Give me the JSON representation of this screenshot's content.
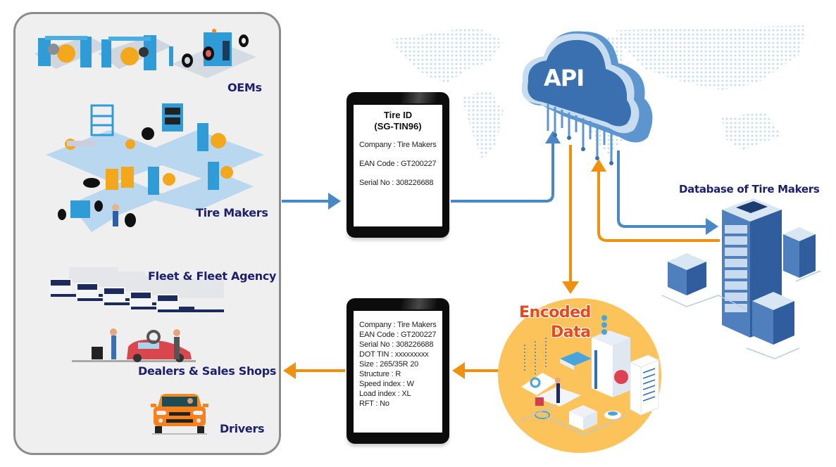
{
  "stakeholders_panel": {
    "stages": [
      {
        "label": "OEMs",
        "icon": "factory-assembly-line-icon"
      },
      {
        "label": "Tire Makers",
        "icon": "tire-factory-icon"
      },
      {
        "label": "Fleet & Fleet Agency",
        "icon": "truck-fleet-icon"
      },
      {
        "label": "Dealers & Sales Shops",
        "icon": "tire-service-shop-icon"
      },
      {
        "label": "Drivers",
        "icon": "car-driver-icon"
      }
    ]
  },
  "tire_id_tablet": {
    "title_line1": "Tire ID",
    "title_line2": "(SG-TIN96)",
    "lines": [
      "Company : Tire Makers",
      "EAN Code : GT200227",
      "Serial No : 308226688"
    ]
  },
  "decoded_tablet": {
    "lines": [
      "Company : Tire Makers",
      "EAN Code : GT200227",
      "Serial No : 308226688",
      "DOT TIN : xxxxxxxxx",
      "Size : 265/35R 20",
      "Structure : R",
      "Speed index : W",
      "Load index : XL",
      "RFT : No"
    ]
  },
  "api_cloud": {
    "label": "API",
    "icon": "cloud-api-icon"
  },
  "database": {
    "label": "Database of Tire Makers",
    "icon": "server-rack-icon"
  },
  "encoded_data": {
    "line1": "Encoded",
    "line2": "Data",
    "icon": "data-center-icon"
  },
  "colors": {
    "blue_flow": "#4a87c5",
    "orange_flow": "#f0900f",
    "label_navy": "#1d1f6e",
    "encoded_orange": "#e8481c",
    "encoded_circle": "#fbc35a",
    "cloud_blue": "#3a6fb0"
  }
}
